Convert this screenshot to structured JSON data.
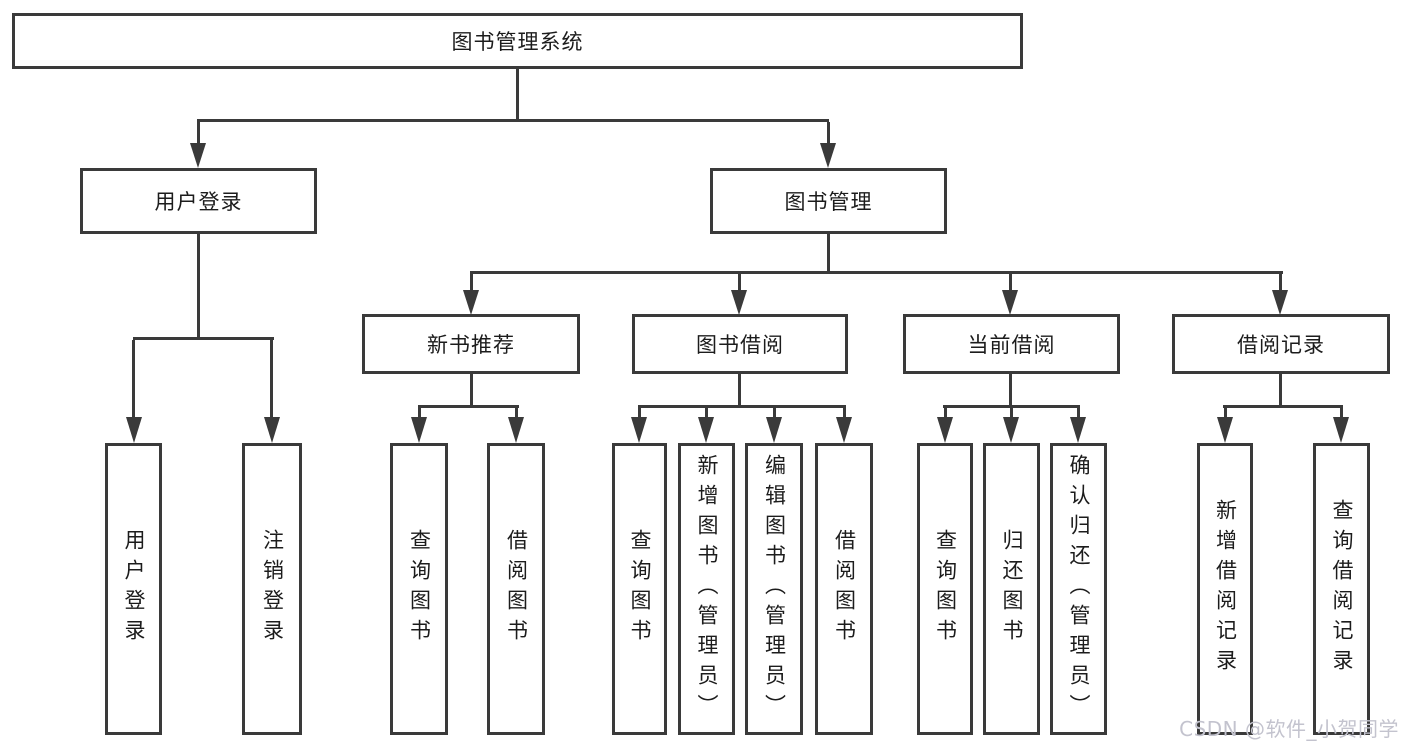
{
  "root": "图书管理系统",
  "level2": [
    "用户登录",
    "图书管理"
  ],
  "level3": [
    "新书推荐",
    "图书借阅",
    "当前借阅",
    "借阅记录"
  ],
  "leaves": {
    "user_login": [
      "用户登录",
      "注销登录"
    ],
    "new_book_recommend": [
      "查询图书",
      "借阅图书"
    ],
    "book_borrow": [
      "查询图书",
      "新增图书（管理员）",
      "编辑图书（管理员）",
      "借阅图书"
    ],
    "current_borrow": [
      "查询图书",
      "归还图书",
      "确认归还（管理员）"
    ],
    "borrow_records": [
      "新增借阅记录",
      "查询借阅记录"
    ]
  },
  "watermark": "CSDN @软件_小贺同学",
  "colors": {
    "line": "#3a3a3a",
    "text": "#1c1c1c",
    "watermark": "#c3c3ce",
    "background": "#ffffff"
  }
}
